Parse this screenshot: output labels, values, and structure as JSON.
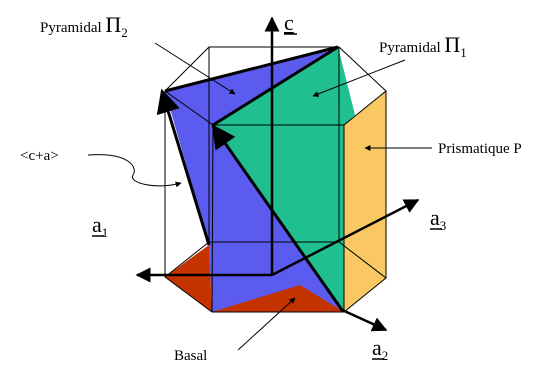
{
  "labels": {
    "pyramidal2": {
      "text": "Pyramidal ",
      "symbol": "Π",
      "subscript": "2"
    },
    "pyramidal1": {
      "text": "Pyramidal ",
      "symbol": "Π",
      "subscript": "1"
    },
    "prismatic": "Prismatique P",
    "ca": "<c+a>",
    "basal": "Basal"
  },
  "axes": {
    "c": "c",
    "a1": {
      "letter": "a",
      "subscript": "1"
    },
    "a2": {
      "letter": "a",
      "subscript": "2"
    },
    "a3": {
      "letter": "a",
      "subscript": "3"
    }
  },
  "colors": {
    "pyramidal2_plane": "#5b5bf0",
    "pyramidal1_plane": "#1fbf8f",
    "prismatic_plane": "#f9c863",
    "basal_plane": "#c43200"
  }
}
